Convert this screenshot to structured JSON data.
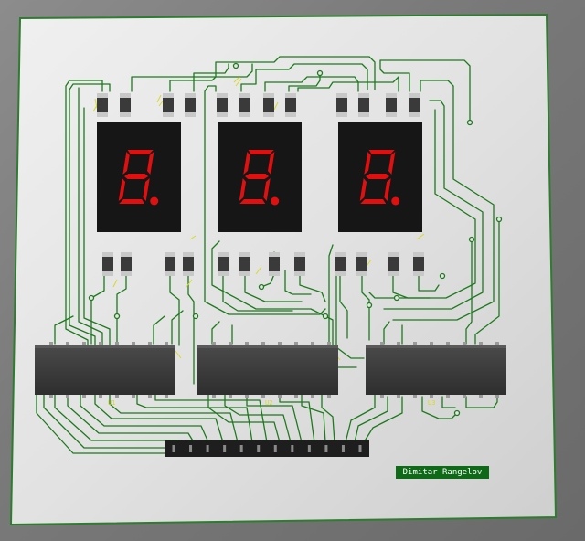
{
  "board": {
    "designer_label": "Dimitar Rangelov",
    "board_color": "#e6e6e6",
    "trace_color": "#1d7a1d",
    "silkscreen_color": "#d8d82a",
    "segment_on_color": "#e01010",
    "display_body_color": "#161616",
    "ic_body_color": "#3c3c3c"
  },
  "displays": [
    {
      "id": "display-1",
      "digit": "8."
    },
    {
      "id": "display-2",
      "digit": "8."
    },
    {
      "id": "display-3",
      "digit": "8."
    }
  ],
  "ics": [
    {
      "id": "ic-1"
    },
    {
      "id": "ic-2"
    },
    {
      "id": "ic-3"
    }
  ],
  "connector": {
    "pins": 12
  },
  "icons": {
    "resistor": "resistor-icon",
    "seven_segment": "seven-segment-display-icon",
    "ic": "ic-chip-icon",
    "header": "pin-header-icon"
  }
}
